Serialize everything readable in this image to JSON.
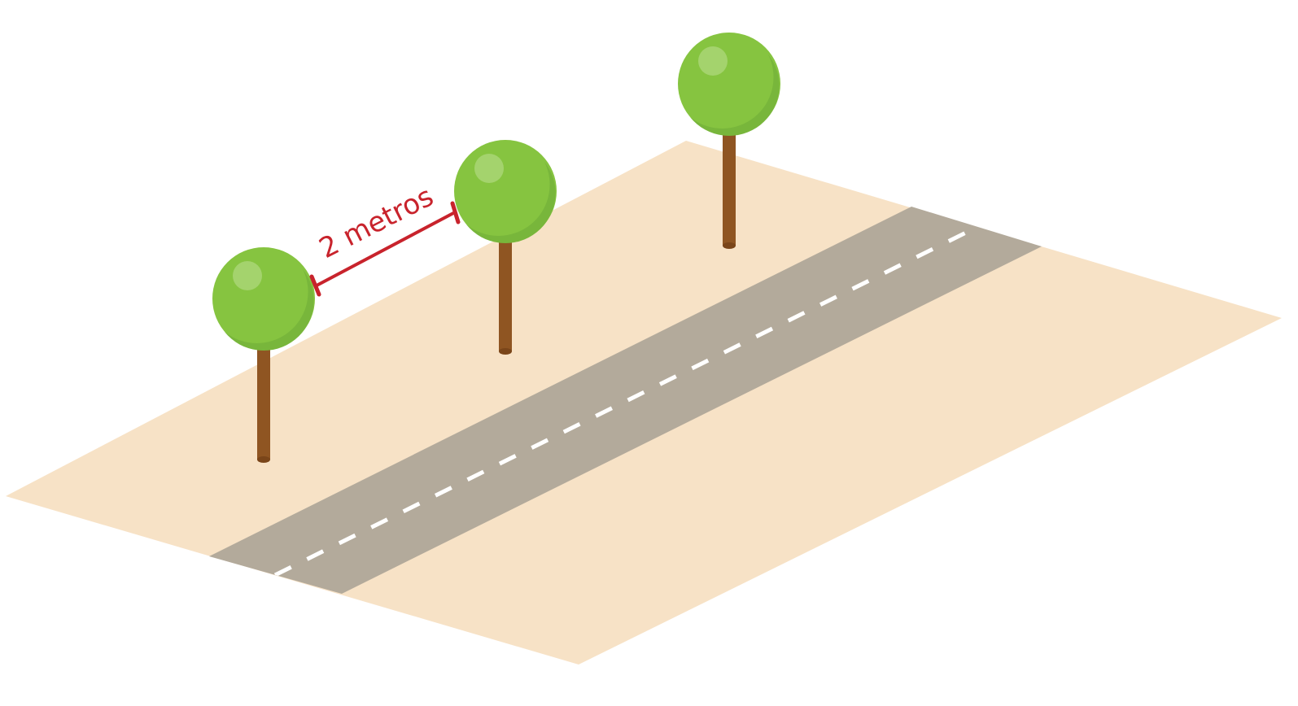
{
  "colors": {
    "background": "#ffffff",
    "ground": "#f7e2c6",
    "road": "#b3aa9b",
    "road_dash": "#ffffff",
    "trunk": "#8f5522",
    "canopy": "#86c440",
    "canopy_shade": "#78b63b",
    "canopy_highlight": "#a4d36d",
    "measure": "#c8232c"
  },
  "objects": {
    "ground": "ground-plane",
    "road": "road-with-center-dashed-line",
    "trees": [
      {
        "label": "",
        "icon": "tree-icon"
      },
      {
        "label": "",
        "icon": "tree-icon"
      },
      {
        "label": "",
        "icon": "tree-icon"
      }
    ]
  },
  "measurement": {
    "label": "2 metros",
    "between": [
      "tree-1",
      "tree-2"
    ]
  }
}
